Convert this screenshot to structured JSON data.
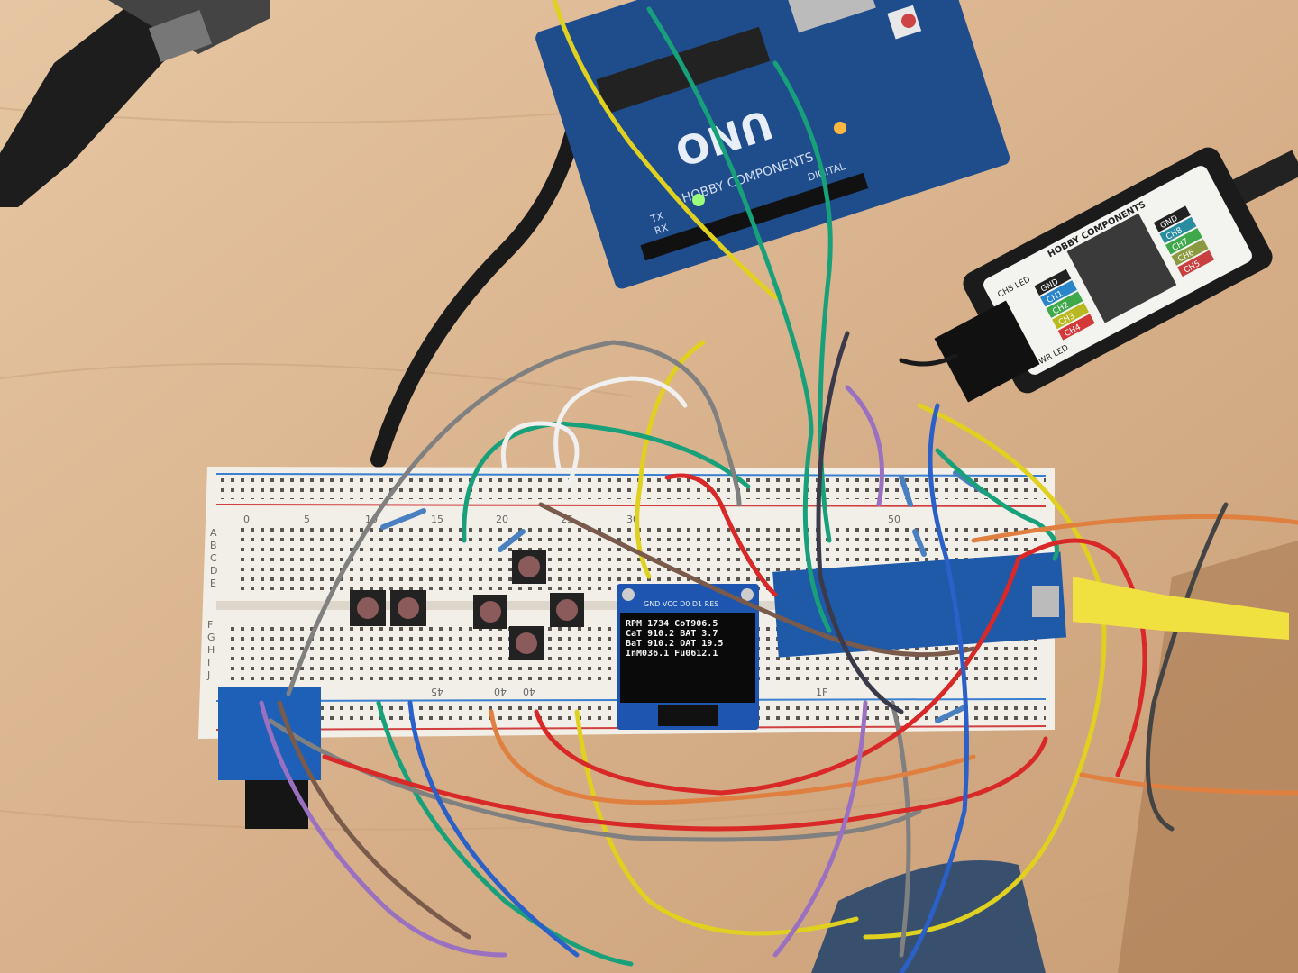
{
  "scene": {
    "arduino": {
      "model_label": "UNO",
      "brand_label": "HOBBY COMPONENTS",
      "digital_label": "DIGITAL",
      "tx_label": "TX",
      "rx_label": "RX"
    },
    "logic_analyzer": {
      "brand_label": "HOBBY COMPONENTS",
      "pins_left": [
        "GND",
        "CH1",
        "CH2",
        "CH3",
        "CH4"
      ],
      "pins_right": [
        "GND",
        "CH8",
        "CH7",
        "CH6",
        "CH5"
      ],
      "pwr_led_label": "PWR LED",
      "ch_led_label": "CH8 LED"
    },
    "breadboard": {
      "column_numbers": [
        "0",
        "5",
        "10",
        "15",
        "20",
        "25",
        "30",
        "50"
      ],
      "row_letters_top": [
        "A",
        "B",
        "C",
        "D",
        "E"
      ],
      "row_letters_bottom": [
        "F",
        "G",
        "H",
        "I",
        "J"
      ],
      "bottom_numbers": [
        "45",
        "40",
        "40",
        "1F"
      ]
    },
    "oled": {
      "header_pins": "GND VCC D0 D1 RES",
      "lines": [
        "RPM 1734  CoT906.5",
        "CaT 910.2 BAT  3.7",
        "BaT 910.2 OAT  19.5",
        "InM036.1  Fu0612.1"
      ]
    },
    "colors": {
      "wood": "#d9b48f",
      "breadboard": "#f2efe8",
      "arduino": "#1f4d8c",
      "analyzer": "#1b1b1b"
    }
  }
}
